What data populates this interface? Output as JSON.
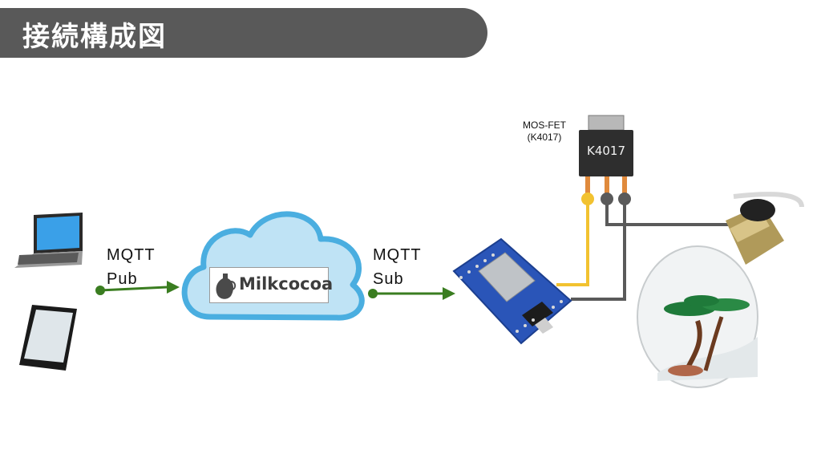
{
  "title": "接続構成図",
  "left_arrow": {
    "line1": "MQTT",
    "line2": "Pub"
  },
  "right_arrow": {
    "line1": "MQTT",
    "line2": "Sub"
  },
  "cloud": {
    "service_name": "Milkcocoa"
  },
  "mosfet": {
    "label_line1": "MOS-FET",
    "label_line2": "(K4017)",
    "chip_marking": "K4017"
  },
  "colors": {
    "title_bg": "#595959",
    "arrow": "#3a7d20",
    "cloud_fill": "#bfe3f5",
    "cloud_stroke": "#4aaee0",
    "wire_yellow": "#f2c230",
    "wire_gray": "#5a5a5a",
    "board_blue": "#2a55b8"
  },
  "icons": [
    "laptop-icon",
    "smartphone-icon",
    "cloud-icon",
    "esp-board-icon",
    "mosfet-chip-icon",
    "light-bulb-icon"
  ]
}
